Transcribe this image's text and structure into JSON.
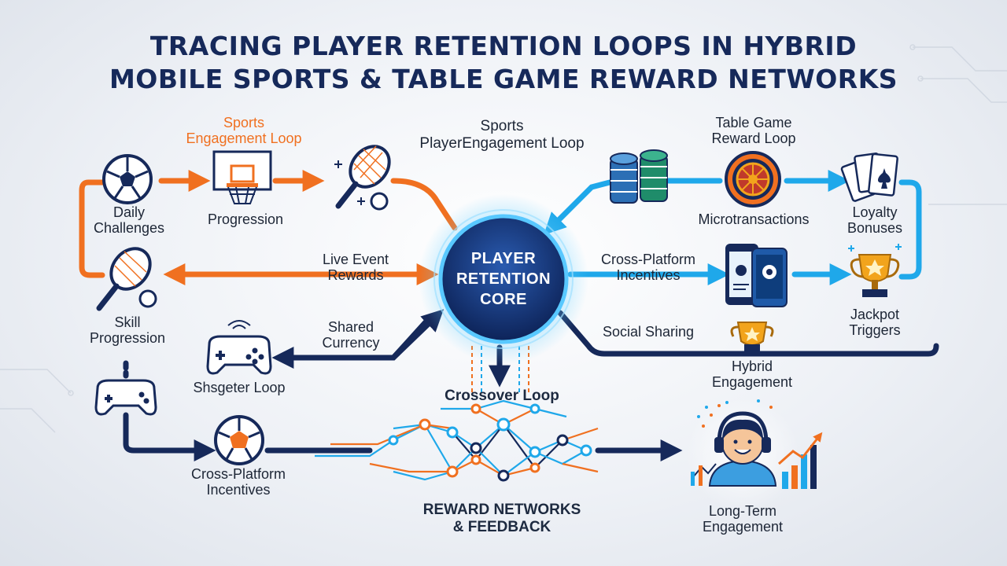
{
  "title": {
    "line1": "TRACING PLAYER RETENTION LOOPS IN HYBRID",
    "line2": "MOBILE SPORTS & TABLE GAME REWARD NETWORKS"
  },
  "core": {
    "line1": "PLAYER",
    "line2": "RETENTION",
    "line3": "CORE"
  },
  "headers": {
    "sports_engagement": {
      "line1": "Sports",
      "line2": "Engagement Loop"
    },
    "sports_player_engagement": {
      "line1": "Sports",
      "line2": "PlayerEngagement Loop"
    },
    "table_game_reward": {
      "line1": "Table Game",
      "line2": "Reward Loop"
    }
  },
  "nodes": {
    "daily_challenges": {
      "line1": "Daily",
      "line2": "Challenges"
    },
    "progression": "Progression",
    "live_event_rewards": {
      "line1": "Live Event",
      "line2": "Rewards"
    },
    "skill_progression": {
      "line1": "Skill",
      "line2": "Progression"
    },
    "shared_currency": {
      "line1": "Shared",
      "line2": "Currency"
    },
    "shsgeter_loop": "Shsgeter Loop",
    "cross_platform_left": {
      "line1": "Cross-Platform",
      "line2": "Incentives"
    },
    "crossover_loop": "Crossover Loop",
    "reward_networks": {
      "line1": "REWARD NETWORKS",
      "line2": "& FEEDBACK"
    },
    "long_term": {
      "line1": "Long-Term",
      "line2": "Engagement"
    },
    "microtransactions": "Microtransactions",
    "loyalty_bonuses": {
      "line1": "Loyalty",
      "line2": "Bonuses"
    },
    "cross_platform_right": {
      "line1": "Cross-Platform",
      "line2": "Incentives"
    },
    "jackpot_triggers": {
      "line1": "Jackpot",
      "line2": "Triggers"
    },
    "social_sharing": "Social Sharing",
    "hybrid_engagement": {
      "line1": "Hybrid",
      "line2": "Engagement"
    }
  },
  "colors": {
    "orange": "#f07020",
    "navy": "#16295a",
    "sky": "#1fa8ea",
    "core_fill": "#14306e",
    "gold": "#f2a41c"
  },
  "icons": [
    "soccer-ball-icon",
    "basketball-hoop-icon",
    "tennis-racket-icon",
    "poker-chips-icon",
    "roulette-wheel-icon",
    "playing-cards-icon",
    "trophy-icon",
    "smartphone-icon",
    "game-controller-icon",
    "gamer-headset-icon",
    "growth-chart-icon"
  ]
}
